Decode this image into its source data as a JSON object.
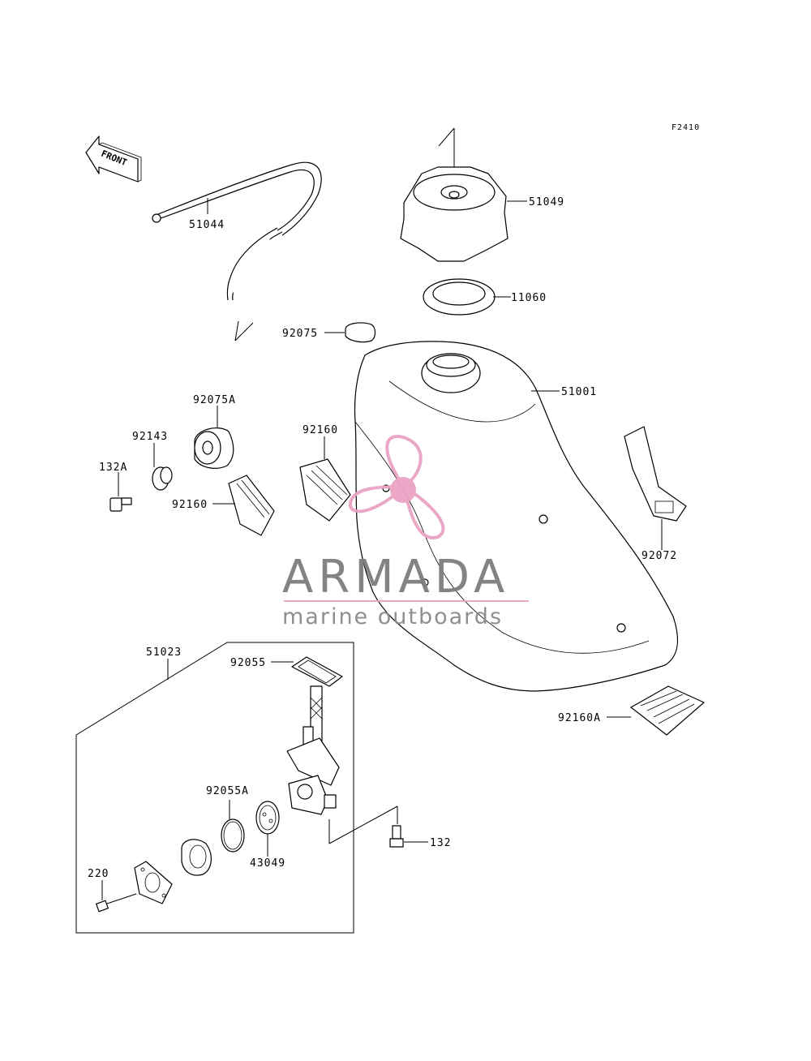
{
  "diagram_code": "F2410",
  "front_label": "FRONT",
  "parts": {
    "p51044": "51044",
    "p51049": "51049",
    "p11060": "11060",
    "p92075": "92075",
    "p51001": "51001",
    "p92075A": "92075A",
    "p92143": "92143",
    "p132A": "132A",
    "p92160_left": "92160",
    "p92160_mid": "92160",
    "p92072": "92072",
    "p51023": "51023",
    "p92055": "92055",
    "p92160A": "92160A",
    "p92055A": "92055A",
    "p43049": "43049",
    "p132": "132",
    "p220": "220"
  },
  "watermark": {
    "brand": "ARMADA",
    "tagline": "marine outboards",
    "brand_color": "#7d7d7d",
    "accent_color": "#e9a3c4"
  }
}
